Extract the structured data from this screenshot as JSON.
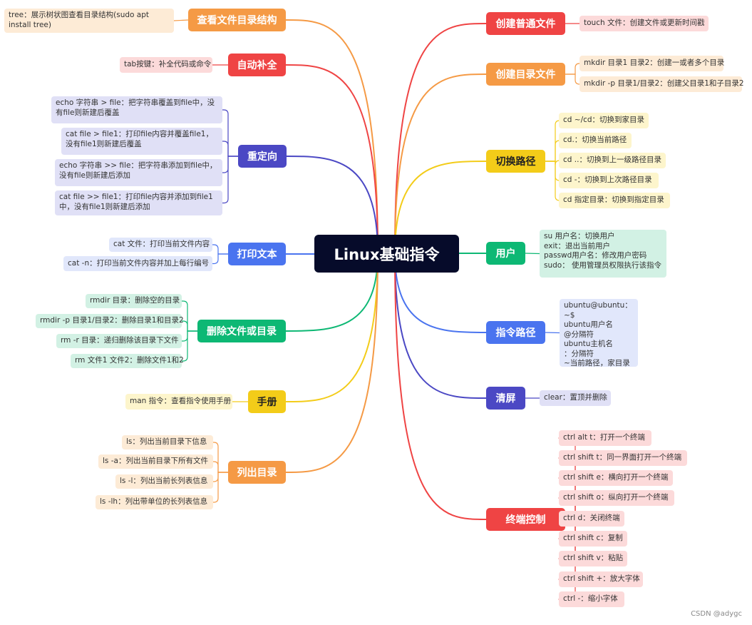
{
  "center": {
    "label": "Linux基础指令"
  },
  "colors": {
    "orange": "#f59a45",
    "red": "#ef4444",
    "navy": "#4b48c4",
    "blue": "#4a74ef",
    "green": "#0db874",
    "yellow": "#f3cc19"
  },
  "left": {
    "tree": {
      "label": "查看文件目录结构",
      "leaves": [
        "tree：展示树状图查看目录结构(sudo apt install tree)"
      ]
    },
    "complete": {
      "label": "自动补全",
      "leaves": [
        "tab按键：补全代码或命令"
      ]
    },
    "redirect": {
      "label": "重定向",
      "leaves": [
        "echo 字符串 > file：把字符串覆盖到file中，没有file则新建后覆盖",
        "cat file > file1：打印file内容并覆盖file1，没有file1则新建后覆盖",
        "echo 字符串 >> file：把字符串添加到file中，没有file则新建后添加",
        "cat file >> file1：打印file内容并添加到file1中，没有file1则新建后添加"
      ]
    },
    "print": {
      "label": "打印文本",
      "leaves": [
        "cat 文件：打印当前文件内容",
        "cat -n：打印当前文件内容并加上每行编号"
      ]
    },
    "remove": {
      "label": "删除文件或目录",
      "leaves": [
        "rmdir 目录：删除空的目录",
        "rmdir -p 目录1/目录2：删除目录1和目录2",
        "rm -r 目录：递归删除该目录下文件",
        "rm 文件1 文件2：删除文件1和2"
      ]
    },
    "manual": {
      "label": "手册",
      "leaves": [
        "man 指令：查看指令使用手册"
      ]
    },
    "list": {
      "label": "列出目录",
      "leaves": [
        "ls：列出当前目录下信息",
        "ls -a：列出当前目录下所有文件",
        "ls -l：列出当前长列表信息",
        "ls -lh：列出带单位的长列表信息"
      ]
    }
  },
  "right": {
    "touch": {
      "label": "创建普通文件",
      "leaves": [
        "touch 文件：创建文件或更新时间戳"
      ]
    },
    "mkdir": {
      "label": "创建目录文件",
      "leaves": [
        "mkdir 目录1 目录2：创建一或者多个目录",
        "mkdir -p 目录1/目录2：创建父目录1和子目录2"
      ]
    },
    "cd": {
      "label": "切换路径",
      "leaves": [
        "cd ~/cd：切换到家目录",
        "cd.：切换当前路径",
        "cd ..：切换到上一级路径目录",
        "cd -：切换到上次路径目录",
        "cd 指定目录：切换到指定目录"
      ]
    },
    "user": {
      "label": "用户",
      "leaves": [
        "su 用户名：切换用户\nexit：退出当前用户\npasswd用户名：修改用户密码\nsudo： 使用管理员权限执行该指令"
      ]
    },
    "prompt": {
      "label": "指令路径",
      "leaves": [
        "ubuntu@ubuntu：~$\nubuntu用户名\n@分隔符\nubuntu主机名\n：分隔符\n~当前路径，家目录"
      ]
    },
    "clear": {
      "label": "清屏",
      "leaves": [
        "clear：置顶并删除"
      ]
    },
    "terminal": {
      "label": "终端控制",
      "leaves": [
        "ctrl alt t：打开一个终端",
        "ctrl shift t：同一界面打开一个终端",
        "ctrl shift e：横向打开一个终端",
        "ctrl shift  o：纵向打开一个终端",
        "ctrl d：关闭终端",
        "ctrl shift c：复制",
        "ctrl shift v：粘贴",
        "ctrl shift +：放大字体",
        "ctrl -：缩小字体"
      ]
    }
  },
  "watermark": "CSDN @adygc"
}
